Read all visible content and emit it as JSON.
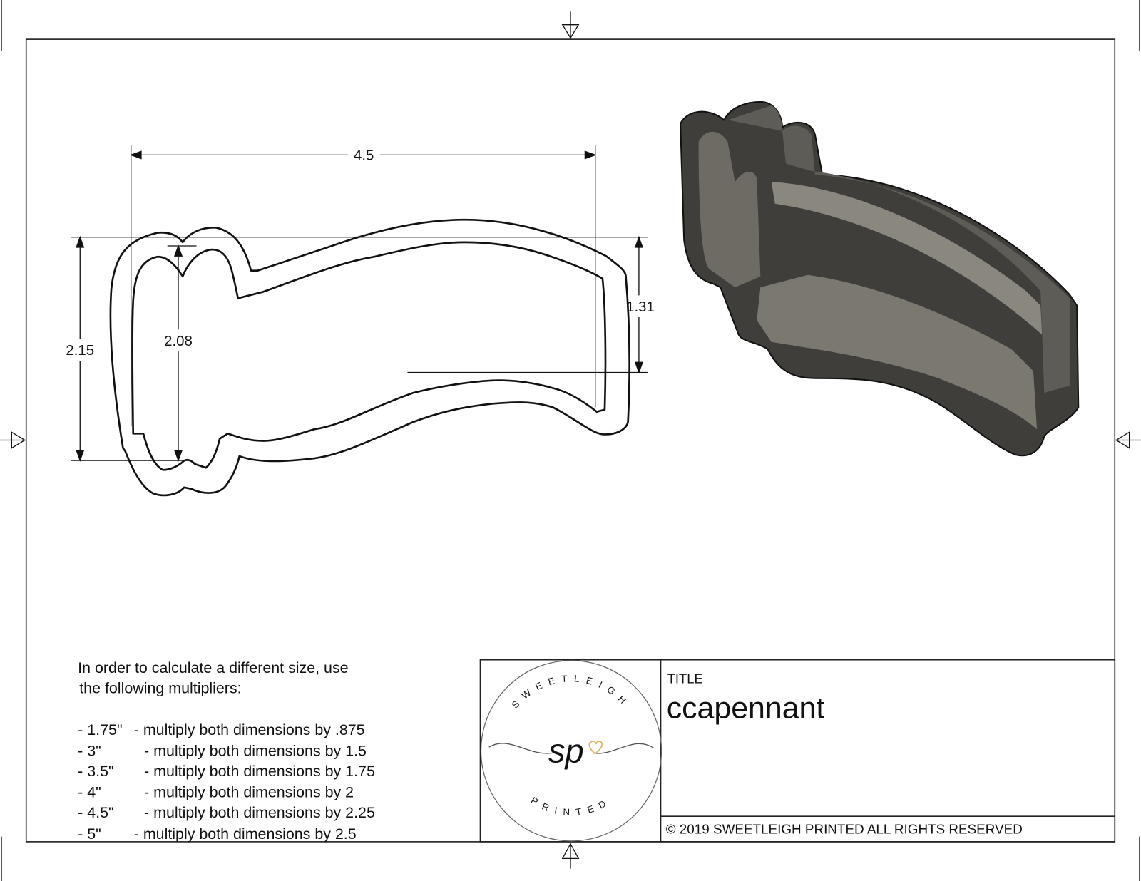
{
  "drawing": {
    "dimensions": {
      "width": "4.5",
      "outer_height": "2.15",
      "inner_height": "2.08",
      "right_height": "1.31"
    }
  },
  "notes": {
    "intro_line1": "In order to calculate a different size, use",
    "intro_line2": "the following multipliers:",
    "multipliers": [
      {
        "size": "- 1.75\"",
        "text": "- multiply both dimensions by .875"
      },
      {
        "size": "- 3\"",
        "text": "- multiply both dimensions by 1.5"
      },
      {
        "size": "- 3.5\"",
        "text": "- multiply both dimensions by 1.75"
      },
      {
        "size": "- 4\"",
        "text": "- multiply both dimensions by 2"
      },
      {
        "size": "- 4.5\"",
        "text": "- multiply both dimensions by 2.25"
      },
      {
        "size": "- 5\"",
        "text": "- multiply both dimensions by 2.5"
      }
    ]
  },
  "title_block": {
    "title_label": "TITLE",
    "title": "ccapennant",
    "copyright": "© 2019  SWEETLEIGH PRINTED  ALL RIGHTS RESERVED",
    "logo": {
      "top_text": "SWEETLEIGH",
      "bottom_text": "PRINTED",
      "monogram": "sp",
      "heart_color": "#d8b86a"
    }
  },
  "colors": {
    "render_dark": "#4f4e49",
    "render_mid": "#6d6b64",
    "render_light": "#8a877f"
  }
}
